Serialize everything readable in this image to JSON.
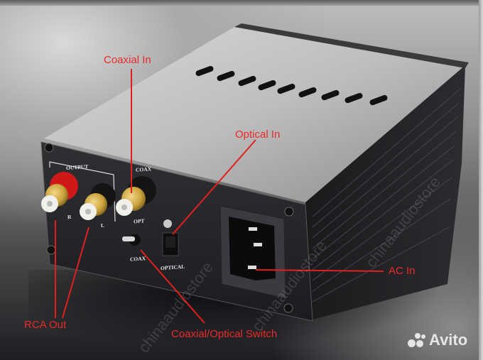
{
  "callouts": {
    "coaxial_in": "Coaxial In",
    "optical_in": "Optical In",
    "ac_in": "AC In",
    "rca_out": "RCA Out",
    "switch": "Coaxial/Optical Switch"
  },
  "panel_markings": {
    "output": "OUTPUT",
    "right": "R",
    "left": "L",
    "coax_top": "COAX",
    "opt": "OPT",
    "coax_switch": "COAX",
    "optical": "OPTICAL"
  },
  "watermark": "chinaaudiostore",
  "brand": {
    "name": "Avito"
  },
  "colors": {
    "callout": "#ea2a2a",
    "rca_red_ring": "#d01818",
    "gold": "#c9a23c"
  }
}
